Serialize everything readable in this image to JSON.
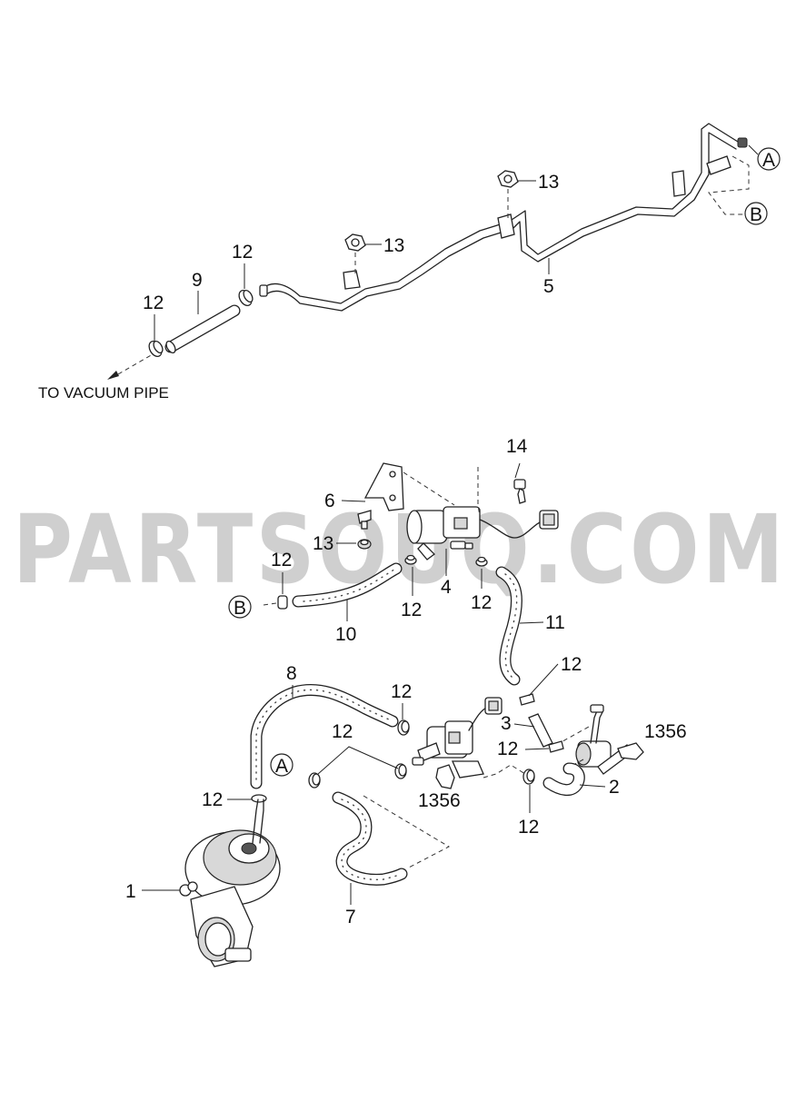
{
  "labels": {
    "p1": "1",
    "p2": "2",
    "p3": "3",
    "p4": "4",
    "p5": "5",
    "p6": "6",
    "p7": "7",
    "p8": "8",
    "p9": "9",
    "p10": "10",
    "p11": "11",
    "p12": "12",
    "p13": "13",
    "p14": "14",
    "p1356": "1356"
  },
  "connectors": {
    "a": "A",
    "b": "B"
  },
  "caption": "TO VACUUM PIPE",
  "watermark": "PARTSOUQ.COM"
}
